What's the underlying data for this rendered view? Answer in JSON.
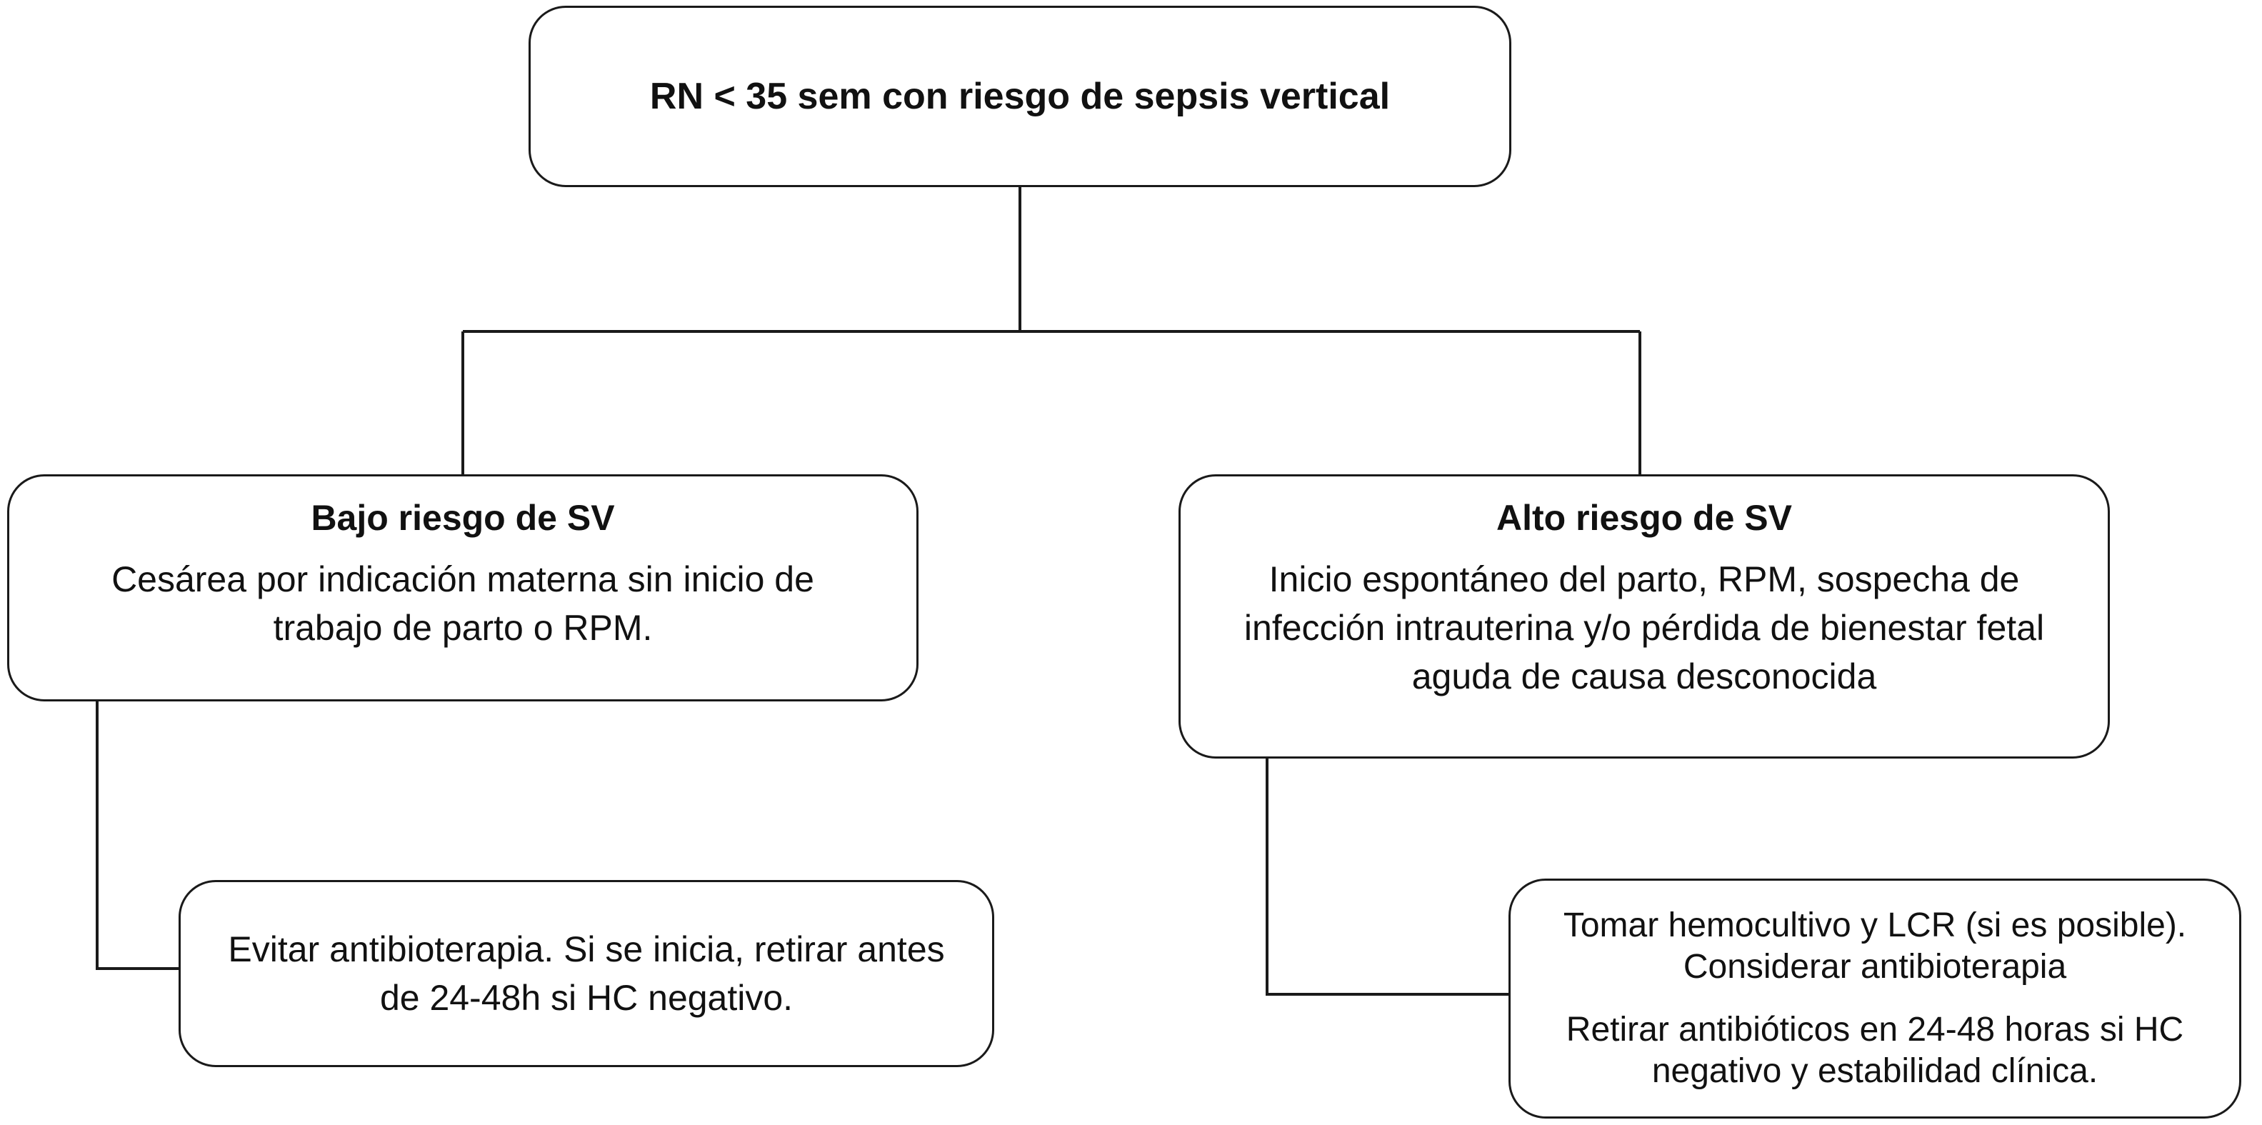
{
  "diagram": {
    "root": {
      "label": "RN < 35 sem con riesgo de sepsis vertical"
    },
    "low_risk": {
      "heading": "Bajo riesgo de SV",
      "description": "Cesárea por indicación materna  sin inicio de trabajo de parto o RPM.",
      "action": "Evitar antibioterapia. Si se inicia, retirar antes de 24-48h si HC negativo."
    },
    "high_risk": {
      "heading": "Alto riesgo de SV",
      "description": "Inicio espontáneo del parto, RPM, sospecha de infección intrauterina y/o pérdida de bienestar fetal aguda de causa desconocida",
      "action_line1": "Tomar hemocultivo y LCR (si es posible). Considerar antibioterapia",
      "action_line2": "Retirar antibióticos en 24-48 horas si HC negativo y estabilidad clínica."
    }
  }
}
